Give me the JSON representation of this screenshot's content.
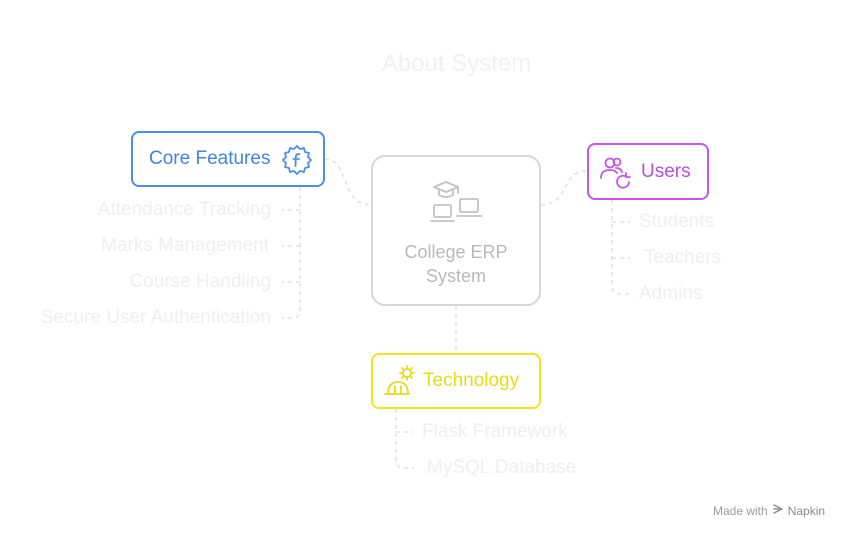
{
  "title": "About System",
  "center": {
    "label": "College ERP System"
  },
  "core_features": {
    "label": "Core Features",
    "items": [
      "Attendance Tracking",
      "Marks Management",
      "Course Handling",
      "Secure User Authentication"
    ]
  },
  "users": {
    "label": "Users",
    "items": [
      "Students",
      "Teachers",
      "Admins"
    ]
  },
  "technology": {
    "label": "Technology",
    "items": [
      "Flask Framework",
      "MySQL Database"
    ]
  },
  "footer": {
    "made_with": "Made with",
    "brand": "Napkin"
  },
  "colors": {
    "core": "#4a8fe4",
    "users": "#c457e3",
    "technology": "#f0e41f",
    "center": "#d7d7d7",
    "connector": "#e4e4e4"
  },
  "icons": {
    "core": "gear-f-icon",
    "users": "users-refresh-icon",
    "technology": "hardhat-gear-icon",
    "center": "graduation-laptops-icon",
    "brand": "napkin-logo-icon"
  }
}
